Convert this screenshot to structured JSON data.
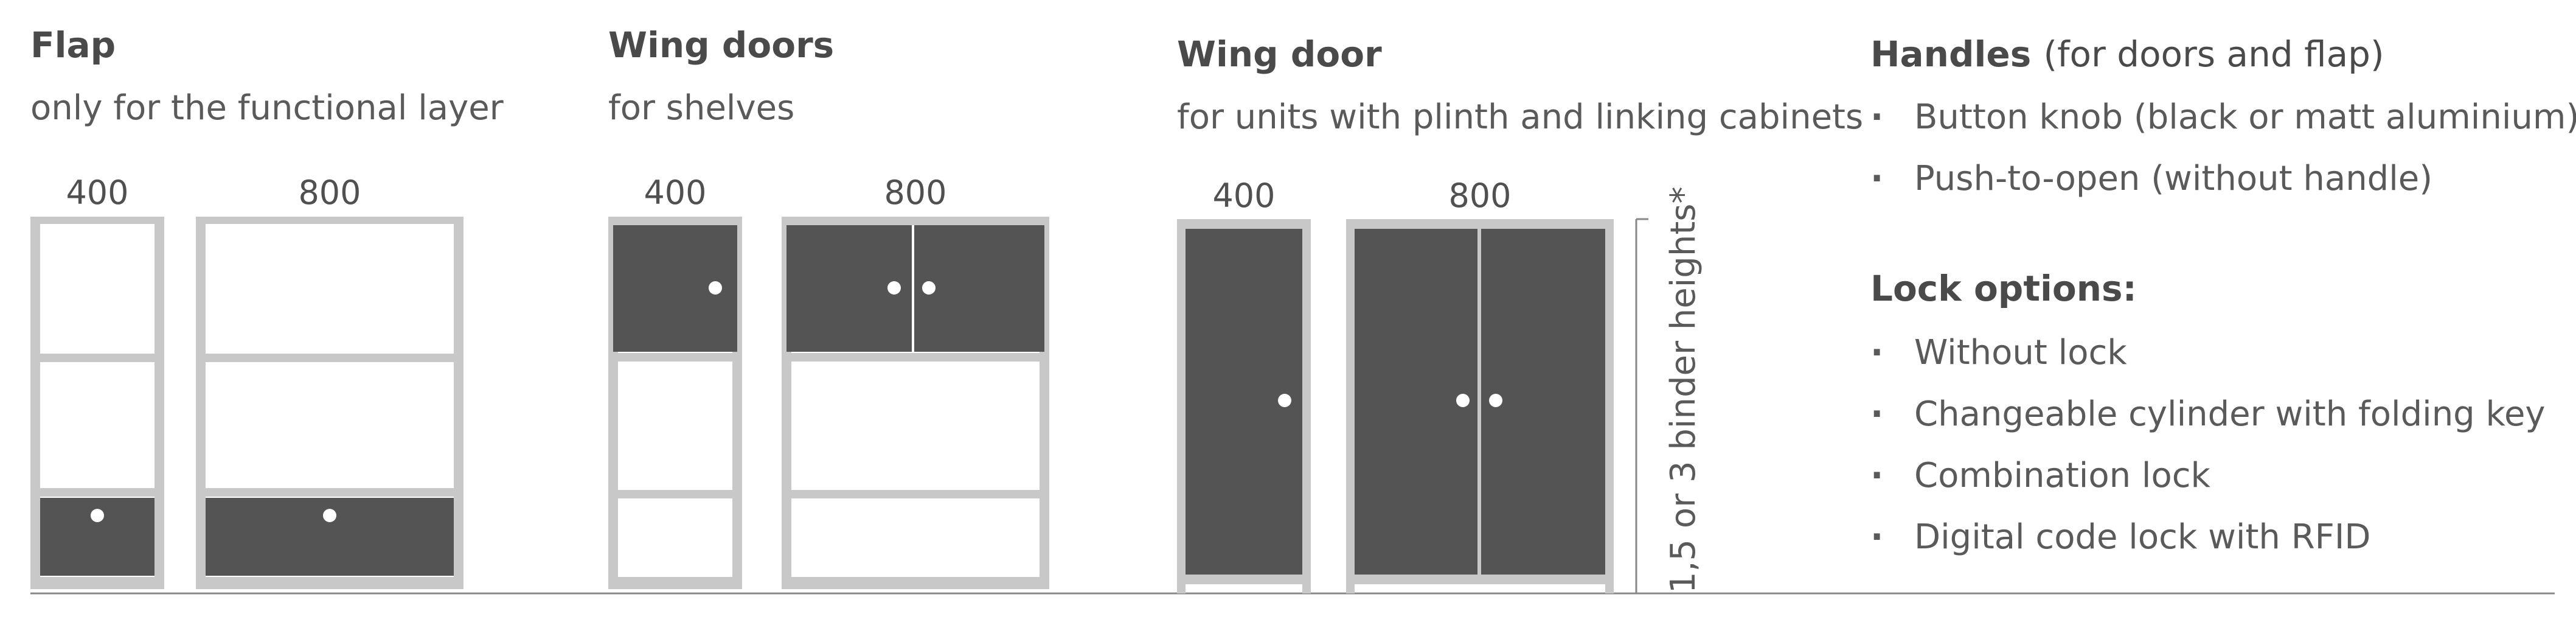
{
  "flap": {
    "title": "Flap",
    "subtitle": "only for the functional layer",
    "widths": [
      "400",
      "800"
    ]
  },
  "wing_doors": {
    "title": "Wing doors",
    "subtitle": "for shelves",
    "widths": [
      "400",
      "800"
    ]
  },
  "wing_door": {
    "title": "Wing door",
    "subtitle": "for units with plinth and linking cabinets",
    "widths": [
      "400",
      "800"
    ],
    "height_label": "1,5 or 3 binder heights*"
  },
  "handles": {
    "title": "Handles",
    "title_note": "(for doors and flap)",
    "items": [
      "Button knob (black or matt aluminium)",
      "Push-to-open (without handle)"
    ]
  },
  "locks": {
    "title": "Lock options:",
    "items": [
      "Without lock",
      "Changeable cylinder with folding key",
      "Combination lock",
      "Digital code lock with RFID"
    ]
  },
  "colors": {
    "frame": "#c8c8c8",
    "panel": "#545454",
    "knob": "#ffffff",
    "text": "#4a4a4a"
  }
}
